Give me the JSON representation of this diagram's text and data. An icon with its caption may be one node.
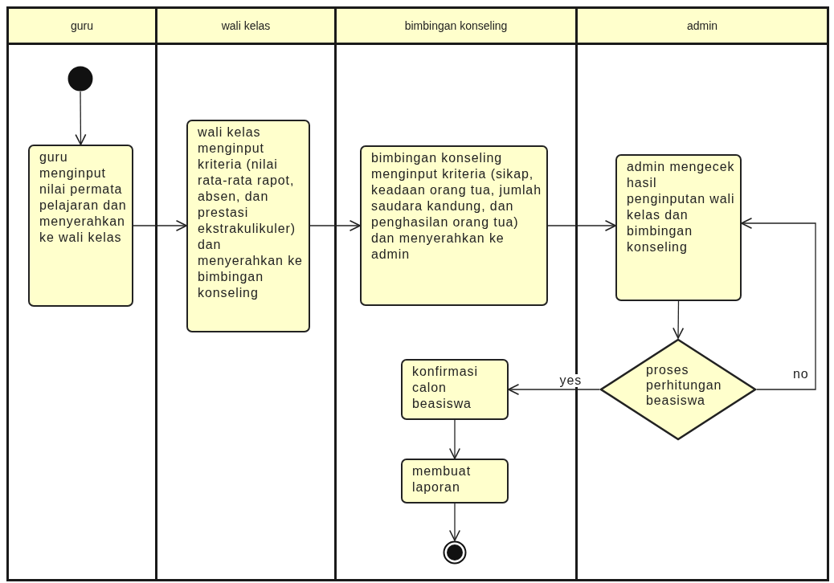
{
  "diagram": {
    "nodes": [
      {
        "text": [
          "guru"
        ]
      },
      {
        "text": [
          "wali kelas"
        ]
      },
      {
        "text": [
          "bimbingan konseling"
        ]
      },
      {
        "text": [
          "admin"
        ]
      },
      {
        "text": [],
        "shape": "circle",
        "in": 0
      },
      {
        "text": [
          "guru menginput nilai permata pelajaran dan menyerahkan ke wali kelas"
        ],
        "in": 0
      },
      {
        "text": [
          "wali kelas menginput kriteria (nilai rata-rata rapot, absen, dan prestasi ekstrakulikuler) dan menyerahkan ke bimbingan konseling"
        ],
        "in": 1
      },
      {
        "text": [
          "bimbingan konseling menginput kriteria (sikap, keadaan orang tua, jumlah saudara kandung, dan penghasilan orang tua) dan menyerahkan ke admin"
        ],
        "in": 2
      },
      {
        "text": [
          "admin mengecek hasil penginputan wali kelas dan bimbingan konseling"
        ],
        "in": 3
      },
      {
        "text": [
          "proses perhitungan beasiswa"
        ],
        "in": 3
      },
      {
        "text": [
          "konfirmasi calon beasiswa"
        ],
        "in": 2
      },
      {
        "text": [
          "membuat laporan"
        ],
        "in": 2
      },
      {
        "text": [],
        "shape": "circle",
        "in": 2
      }
    ],
    "edges": [
      {
        "from": 4,
        "to": 5,
        "arrow": "to"
      },
      {
        "from": 5,
        "to": 6,
        "arrow": "to"
      },
      {
        "from": 6,
        "to": 7,
        "arrow": "to"
      },
      {
        "from": 7,
        "to": 8,
        "arrow": "to"
      },
      {
        "from": 8,
        "to": 9,
        "arrow": "to"
      },
      {
        "from": 9,
        "to": 8,
        "arrow": "to",
        "label": "no"
      },
      {
        "from": 9,
        "to": 10,
        "arrow": "to",
        "label": "yes"
      },
      {
        "from": 10,
        "to": 11,
        "arrow": "to"
      },
      {
        "from": 11,
        "to": 12,
        "arrow": "to"
      }
    ]
  }
}
